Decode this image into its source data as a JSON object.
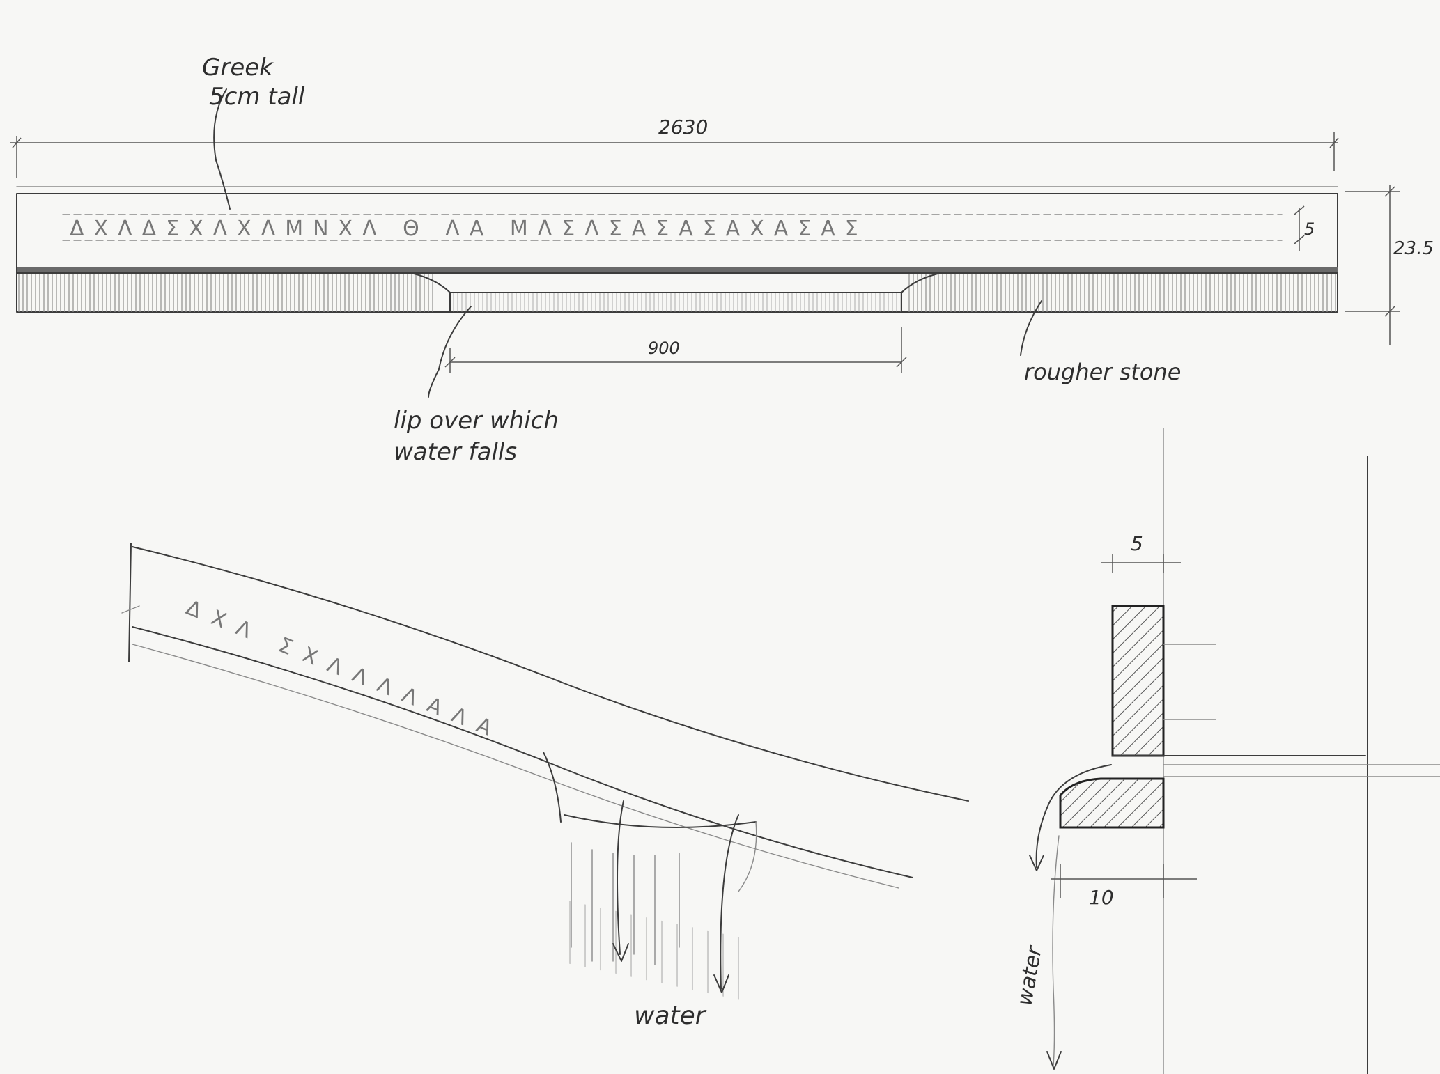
{
  "annotations": {
    "inscription_note_line1": "Greek",
    "inscription_note_line2": "5cm tall",
    "lip_note_line1": "lip over which",
    "lip_note_line2": "water falls",
    "stone_note": "rougher stone",
    "water_label": "water",
    "water_label_section": "water"
  },
  "dimensions": {
    "overall_length": "2630",
    "lip_length": "900",
    "total_height": "23.5",
    "letter_height": "5",
    "section_letter_width": "5",
    "section_lip_depth": "10"
  },
  "inscription_glyphs": "ΔΧΛΔΣΧΛΧΛΜΝΧΛ Θ ΛΑ ΜΛΣΛΣΑΣΑΣΑΧΑΣΑΣ",
  "perspective_glyphs": "ΔΧΛ ΣΧΛΛΛΛΑΛΑ"
}
